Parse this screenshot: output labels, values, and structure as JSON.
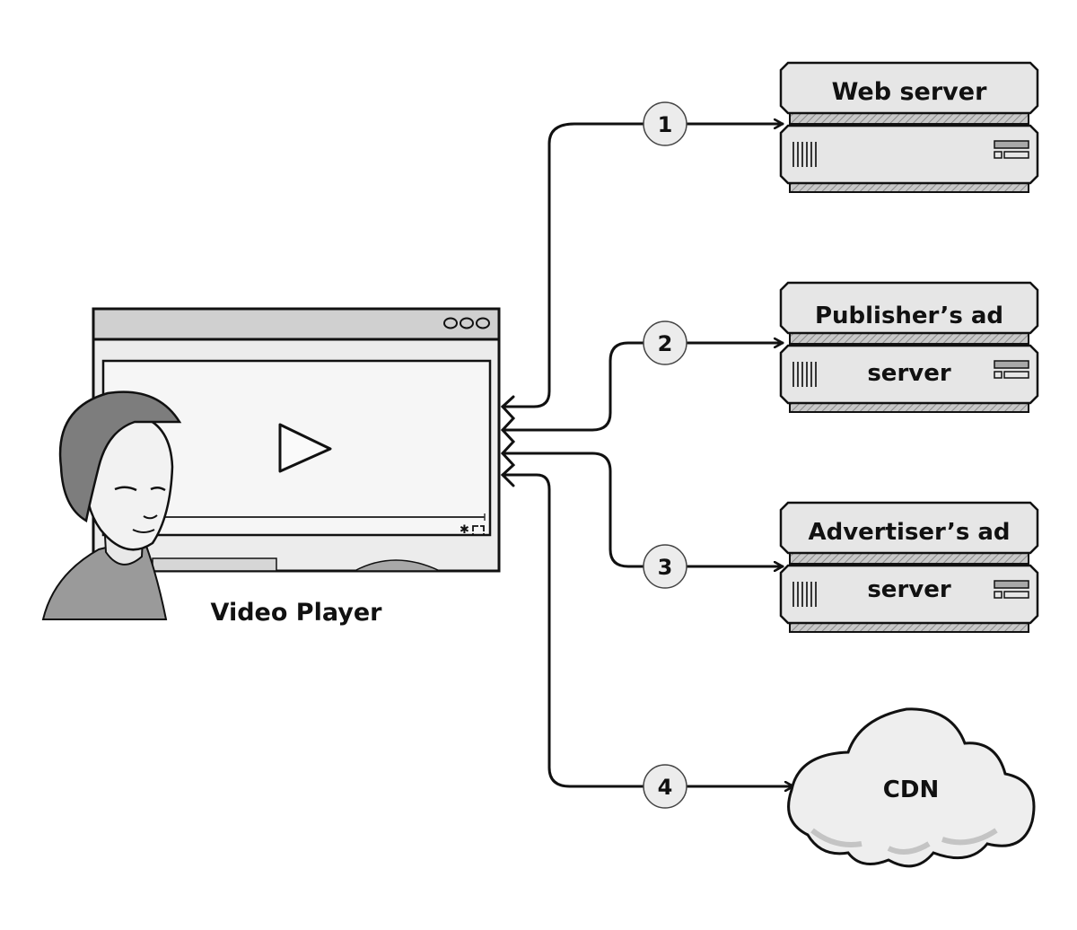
{
  "diagram": {
    "client": {
      "label": "Video Player",
      "window_controls": [
        "circle",
        "circle",
        "circle"
      ],
      "play_icon": "play-icon",
      "controls": [
        "settings-icon",
        "fullscreen-icon"
      ]
    },
    "steps": [
      {
        "number": "1",
        "target": "Web server"
      },
      {
        "number": "2",
        "target": "Publisher's ad server"
      },
      {
        "number": "3",
        "target": "Advertiser's ad server"
      },
      {
        "number": "4",
        "target": "CDN"
      }
    ],
    "servers": [
      {
        "line1": "Web server",
        "line2": ""
      },
      {
        "line1": "Publisher’s ad",
        "line2": "server"
      },
      {
        "line1": "Advertiser’s ad",
        "line2": "server"
      }
    ],
    "cdn": {
      "label": "CDN"
    },
    "colors": {
      "ink": "#111111",
      "panel": "#e6e6e6",
      "panel_dark": "#b5b5b5",
      "screen": "#f4f4f4",
      "badge": "#ececec"
    }
  }
}
